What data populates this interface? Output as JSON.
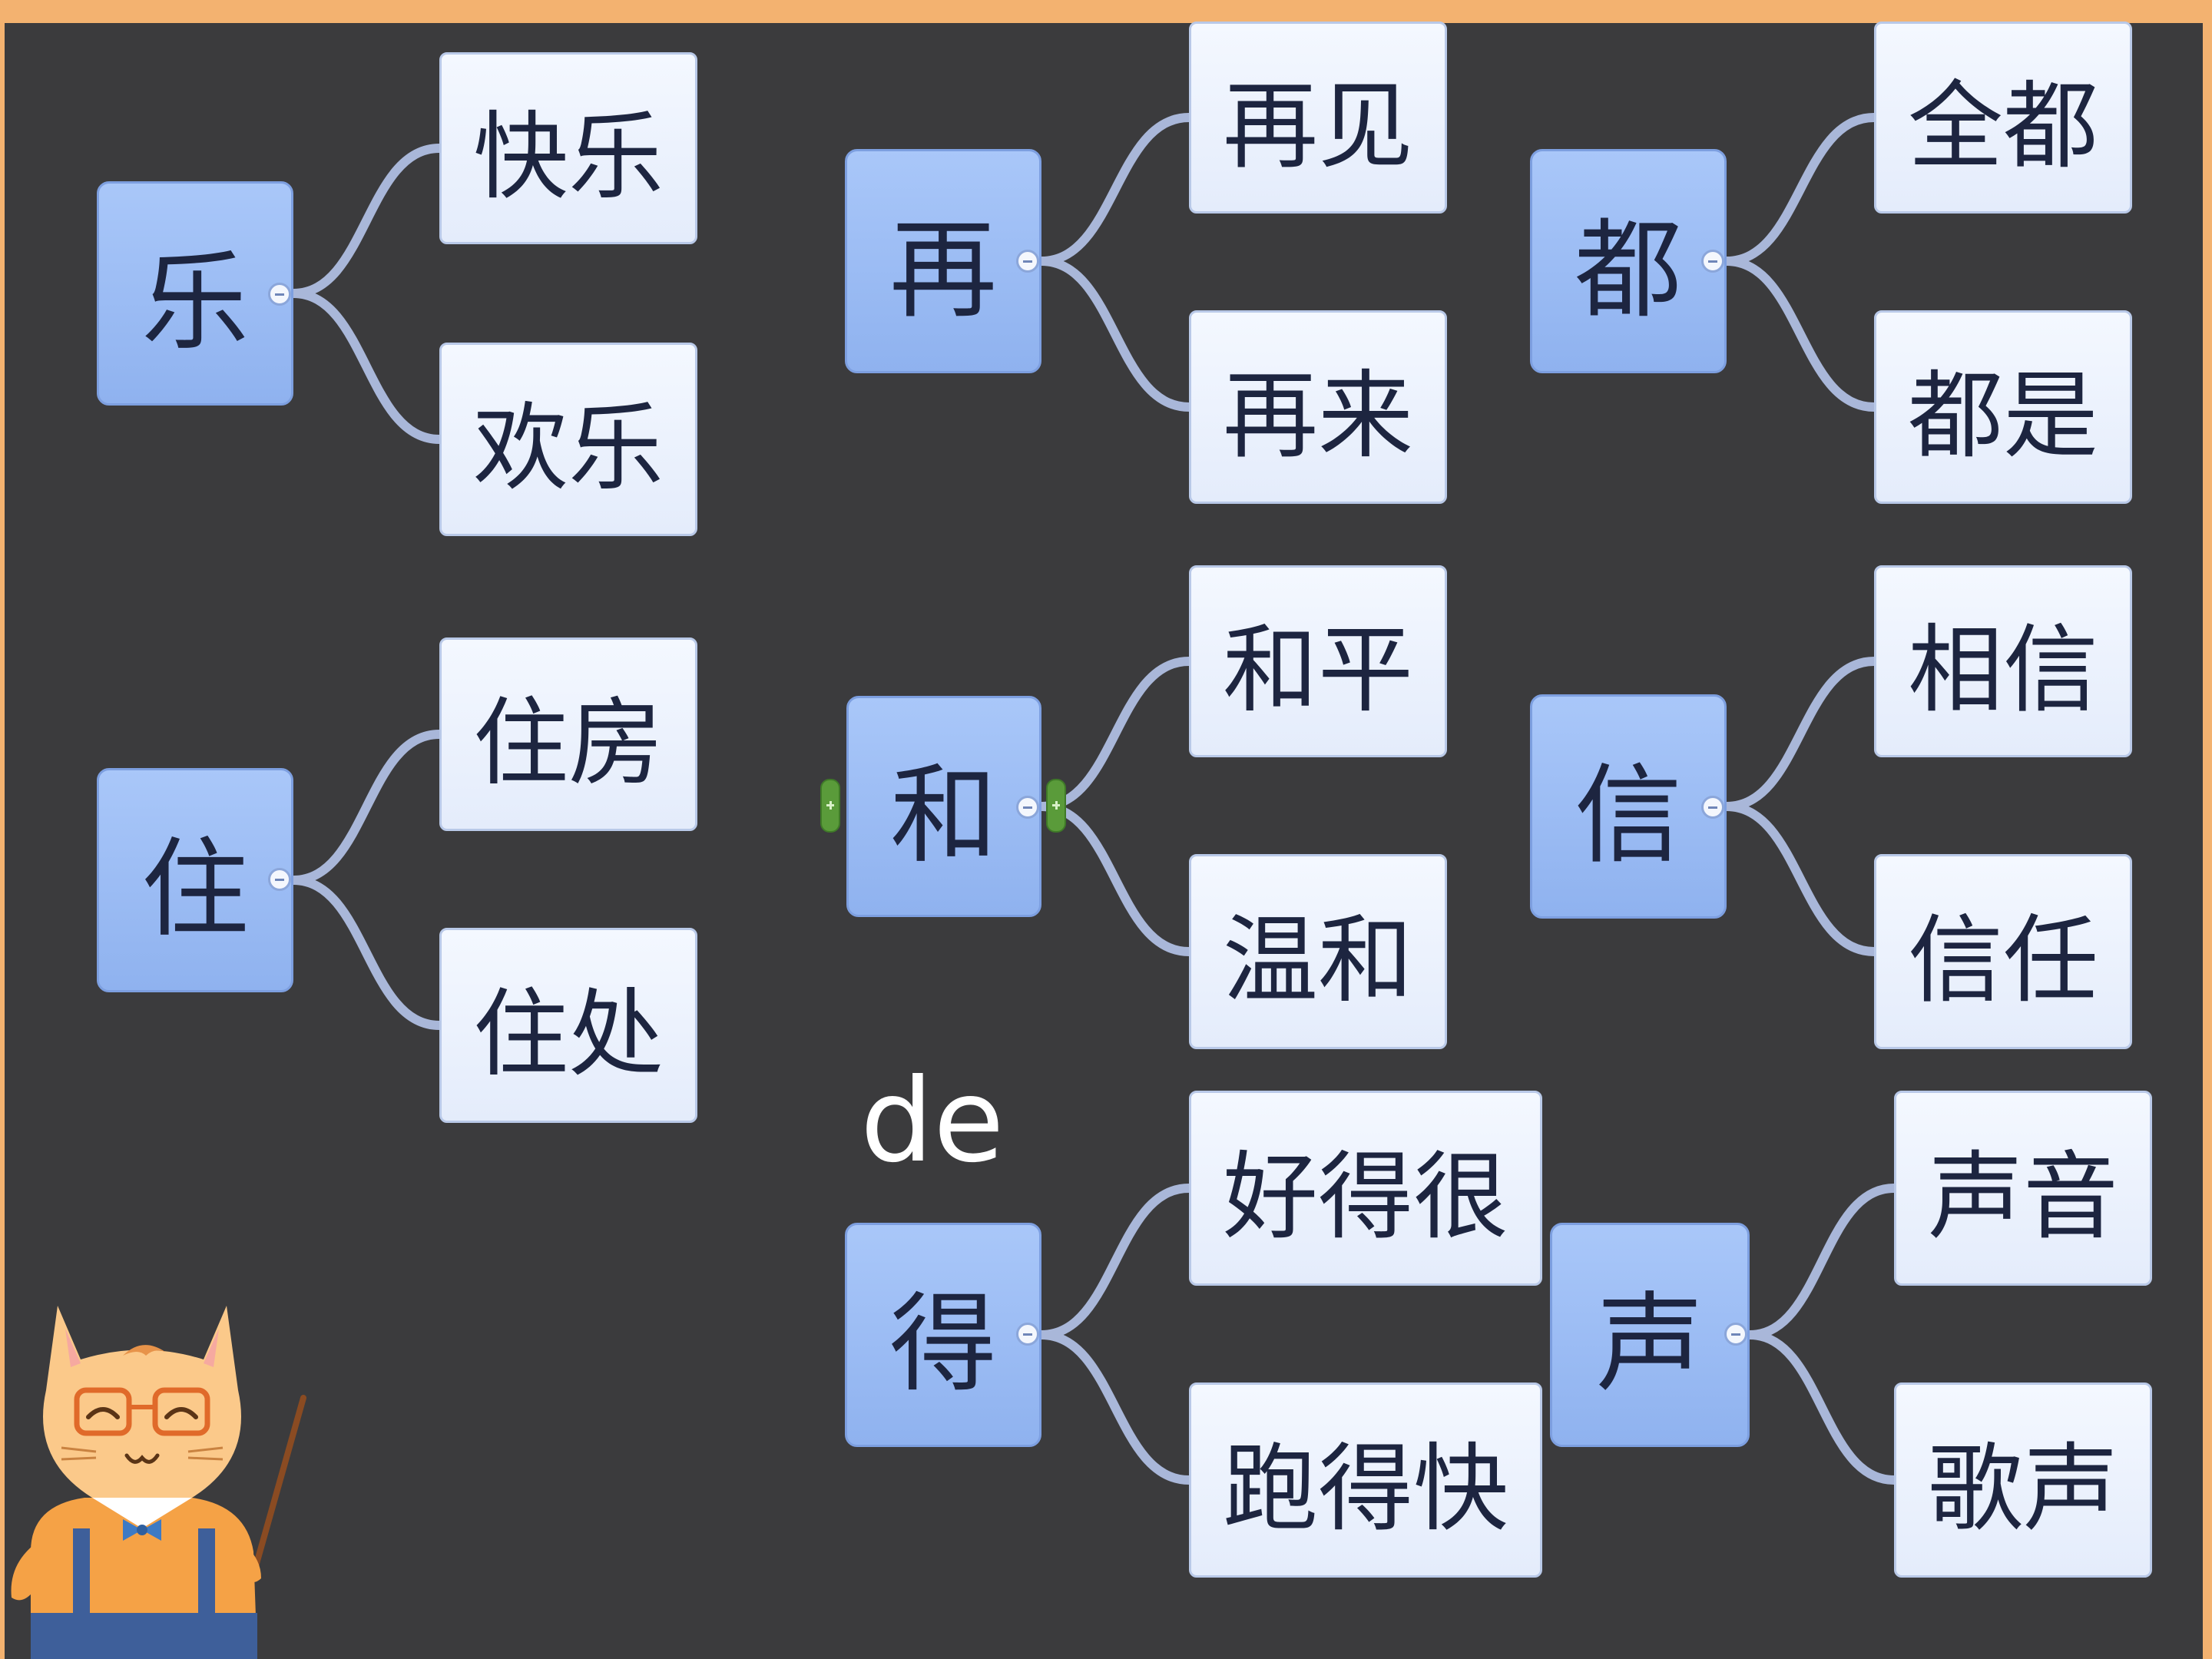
{
  "mindmaps": [
    {
      "root": "乐",
      "children": [
        "快乐",
        "欢乐"
      ]
    },
    {
      "root": "再",
      "children": [
        "再见",
        "再来"
      ]
    },
    {
      "root": "都",
      "children": [
        "全都",
        "都是"
      ]
    },
    {
      "root": "住",
      "children": [
        "住房",
        "住处"
      ]
    },
    {
      "root": "和",
      "children": [
        "和平",
        "温和"
      ]
    },
    {
      "root": "信",
      "children": [
        "相信",
        "信任"
      ]
    },
    {
      "root": "得",
      "children": [
        "好得很",
        "跑得快"
      ]
    },
    {
      "root": "声",
      "children": [
        "声音",
        "歌声"
      ]
    }
  ],
  "pinyin_label": "de",
  "colors": {
    "board": "#3b3b3d",
    "frame": "#f3b270",
    "root_node": "#9dbdf5",
    "child_node": "#edf2fd",
    "connector": "#a9b7d9",
    "text": "#1d2540"
  },
  "icons": {
    "collapse": "minus-circle-icon",
    "expand": "plus-tab-icon",
    "mascot": "cat-teacher-mascot"
  }
}
